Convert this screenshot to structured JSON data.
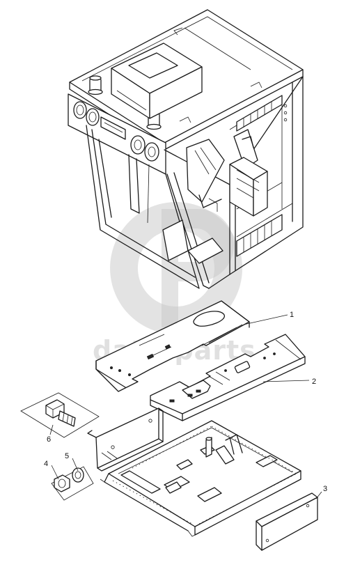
{
  "watermark": {
    "text": "data-parts"
  },
  "callouts": [
    {
      "number": "1"
    },
    {
      "number": "2"
    },
    {
      "number": "3"
    },
    {
      "number": "4"
    },
    {
      "number": "5"
    },
    {
      "number": "6"
    }
  ]
}
